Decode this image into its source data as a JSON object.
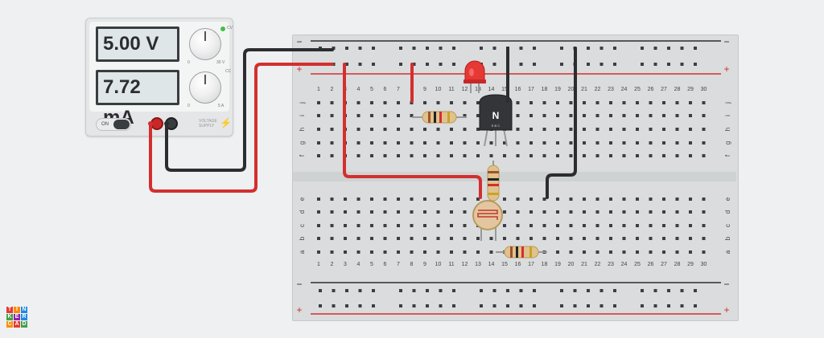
{
  "power_supply": {
    "voltage_display": "5.00 V",
    "current_display": "7.72 mA",
    "voltage_knob_min": "0",
    "voltage_knob_max": "30 V",
    "current_knob_min": "0",
    "current_knob_max": "5 A",
    "cv_indicator": "CV",
    "cc_indicator": "CC",
    "power_switch_label": "ON",
    "brand_label_line1": "VOLTAGE",
    "brand_label_line2": "SUPPLY",
    "cv_led_color": "#43c04a"
  },
  "breadboard": {
    "rail_minus": "−",
    "rail_plus": "+",
    "top_row_letters": [
      "j",
      "i",
      "h",
      "g",
      "f"
    ],
    "bottom_row_letters": [
      "e",
      "d",
      "c",
      "b",
      "a"
    ],
    "column_numbers": [
      "1",
      "2",
      "3",
      "4",
      "5",
      "6",
      "7",
      "8",
      "9",
      "10",
      "11",
      "12",
      "13",
      "14",
      "15",
      "16",
      "17",
      "18",
      "19",
      "20",
      "21",
      "22",
      "23",
      "24",
      "25",
      "26",
      "27",
      "28",
      "29",
      "30"
    ]
  },
  "components": {
    "transistor_label": "N",
    "transistor_pins": "E B C",
    "led_color": "#e53935",
    "wire_red": "#d32f2f",
    "wire_black": "#2b2d30"
  },
  "logo": {
    "letters": [
      "T",
      "I",
      "N",
      "K",
      "E",
      "R",
      "C",
      "A",
      "D"
    ],
    "colors": [
      "#e53935",
      "#fb8c00",
      "#1e88e5",
      "#43a047",
      "#8e24aa",
      "#1e88e5",
      "#fb8c00",
      "#e53935",
      "#43a047"
    ]
  }
}
